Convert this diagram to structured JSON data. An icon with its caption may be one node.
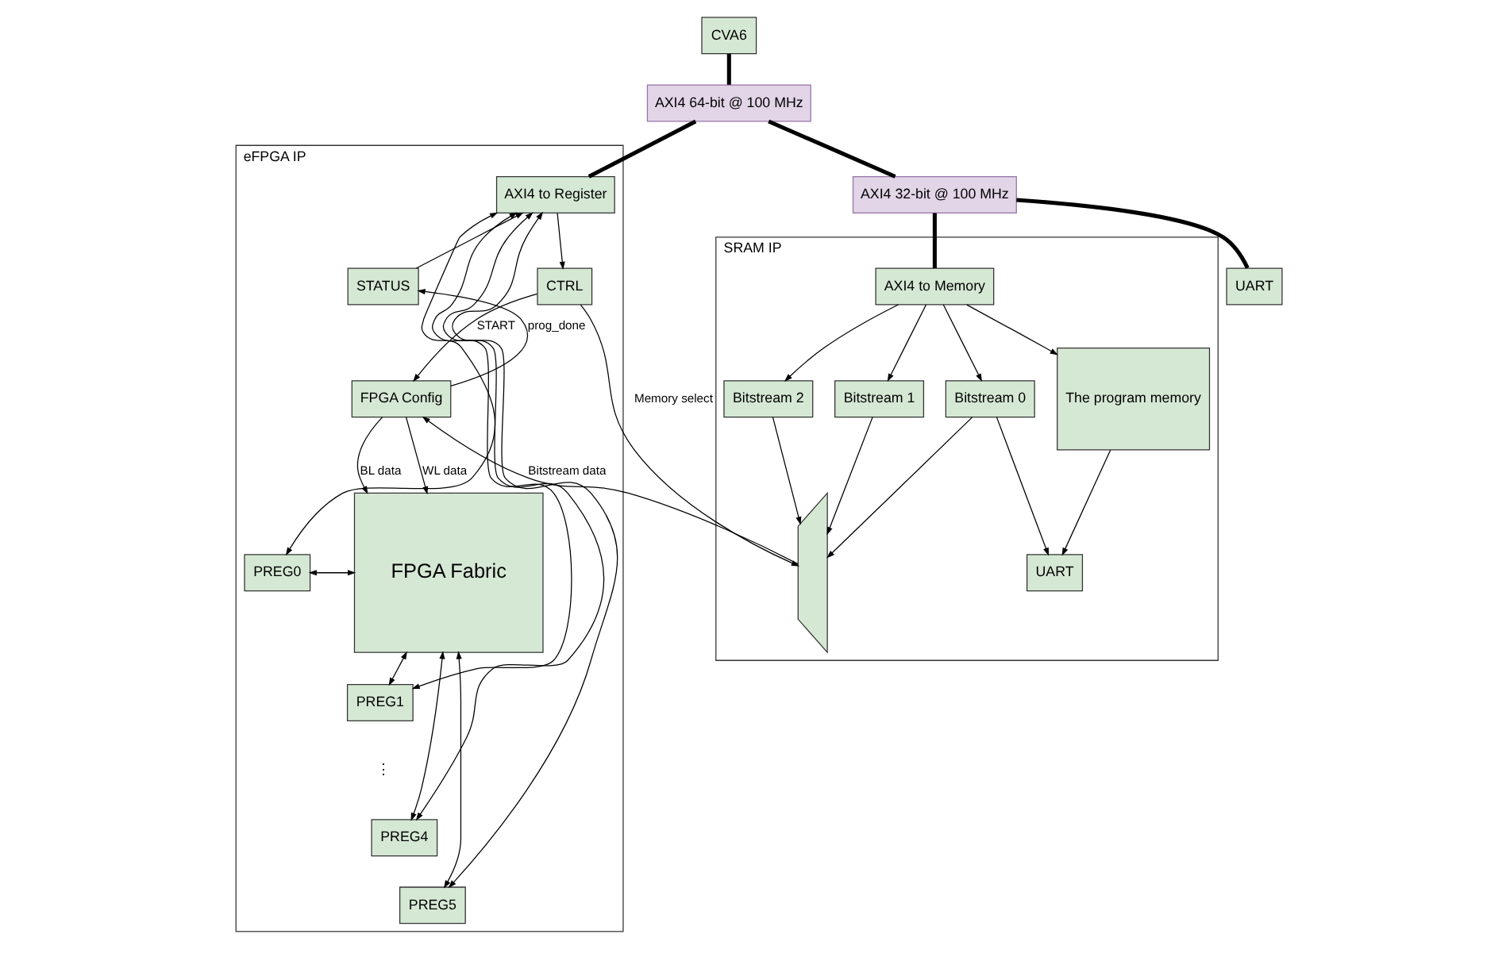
{
  "diagram": {
    "nodes": [
      {
        "text": [
          "CVA6"
        ]
      },
      {
        "text": [
          "AXI4 64-bit @ 100 MHz"
        ]
      },
      {
        "text": [
          "eFPGA IP"
        ]
      },
      {
        "text": [
          "AXI4 to Register"
        ],
        "in": 2
      },
      {
        "text": [
          "STATUS"
        ],
        "in": 2
      },
      {
        "text": [
          "CTRL"
        ],
        "in": 2
      },
      {
        "text": [
          "FPGA Config"
        ],
        "in": 2
      },
      {
        "text": [
          "FPGA Fabric"
        ],
        "in": 2
      },
      {
        "text": [
          "PREG0"
        ],
        "in": 2
      },
      {
        "text": [
          "PREG1"
        ],
        "in": 2
      },
      {
        "text": [
          "PREG4"
        ],
        "in": 2
      },
      {
        "text": [
          "PREG5"
        ],
        "in": 2
      },
      {
        "text": [
          "AXI4 32-bit @ 100 MHz"
        ]
      },
      {
        "text": [
          "UART"
        ]
      },
      {
        "text": [
          "SRAM IP"
        ]
      },
      {
        "text": [
          "AXI4 to Memory"
        ],
        "in": 14
      },
      {
        "text": [],
        "shape": "trapezium",
        "in": 14
      },
      {
        "text": [
          "Bitstream 2"
        ],
        "in": 14
      },
      {
        "text": [
          "Bitstream 1"
        ],
        "in": 14
      },
      {
        "text": [
          "Bitstream 0"
        ],
        "in": 14
      },
      {
        "text": [
          "The program memory"
        ],
        "in": 14
      },
      {
        "text": [
          "UART"
        ],
        "in": 14
      }
    ],
    "edges": [
      {
        "from": 0,
        "to": 1,
        "arrow": "none",
        "style": "thick"
      },
      {
        "from": 1,
        "to": 3,
        "arrow": "none",
        "style": "thick"
      },
      {
        "from": 1,
        "to": 12,
        "arrow": "none",
        "style": "thick"
      },
      {
        "from": 12,
        "to": 15,
        "arrow": "none",
        "style": "thick"
      },
      {
        "from": 12,
        "to": 13,
        "arrow": "none",
        "style": "thick"
      },
      {
        "from": 3,
        "to": 5,
        "arrow": "to"
      },
      {
        "from": 4,
        "to": 3,
        "arrow": "to"
      },
      {
        "from": 6,
        "to": 4,
        "arrow": "to",
        "label": "prog_done"
      },
      {
        "from": 5,
        "to": 6,
        "arrow": "to",
        "label": "START"
      },
      {
        "from": 6,
        "to": 7,
        "arrow": "to",
        "label": "BL data"
      },
      {
        "from": 6,
        "to": 7,
        "arrow": "to",
        "label": "WL data"
      },
      {
        "from": 3,
        "to": 8,
        "arrow": "both"
      },
      {
        "from": 3,
        "to": 9,
        "arrow": "both"
      },
      {
        "from": 3,
        "to": 10,
        "arrow": "both"
      },
      {
        "from": 3,
        "to": 11,
        "arrow": "both"
      },
      {
        "from": 8,
        "to": 7,
        "arrow": "both"
      },
      {
        "from": 9,
        "to": 7,
        "arrow": "both"
      },
      {
        "from": 10,
        "to": 7,
        "arrow": "both"
      },
      {
        "from": 11,
        "to": 7,
        "arrow": "both"
      },
      {
        "from": 5,
        "to": 16,
        "arrow": "to",
        "label": "Memory select"
      },
      {
        "from": 16,
        "to": 6,
        "arrow": "to",
        "label": "Bitstream data"
      },
      {
        "from": 17,
        "to": 16,
        "arrow": "to"
      },
      {
        "from": 18,
        "to": 16,
        "arrow": "to"
      },
      {
        "from": 19,
        "to": 16,
        "arrow": "to"
      },
      {
        "from": 15,
        "to": 17,
        "arrow": "to"
      },
      {
        "from": 15,
        "to": 18,
        "arrow": "to"
      },
      {
        "from": 15,
        "to": 19,
        "arrow": "to"
      },
      {
        "from": 15,
        "to": 20,
        "arrow": "to"
      },
      {
        "from": 19,
        "to": 21,
        "arrow": "to"
      },
      {
        "from": 20,
        "to": 21,
        "arrow": "to"
      }
    ],
    "labels": [
      "⋮"
    ]
  }
}
